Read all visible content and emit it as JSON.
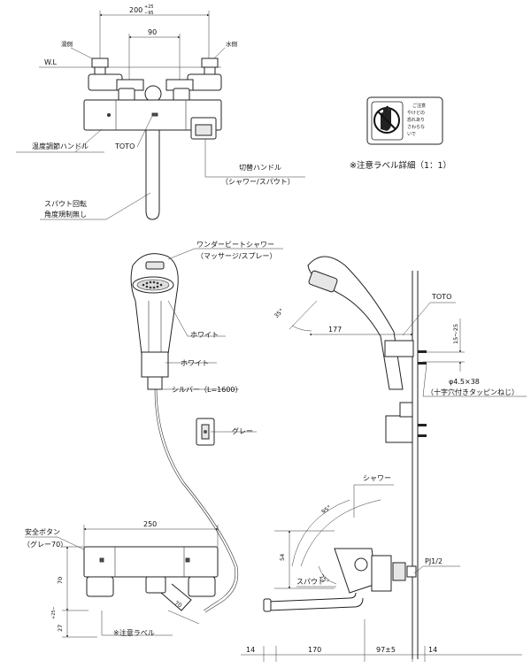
{
  "labels": {
    "hot_side": "湯側",
    "water_side": "水側",
    "wl": "W.L",
    "temp_handle": "温度調節ハンドル",
    "toto_mark": "TOTO",
    "switch_handle": "切替ハンドル",
    "switch_handle_sub": "（シャワー/スパウト）",
    "spout_rotation_1": "スパウト回転",
    "spout_rotation_2": "角度規制無し",
    "caution_label_detail": "※注意ラベル詳細（1：1）",
    "caution_label_text_1": "ご注意",
    "caution_label_text_2": "やけどの",
    "caution_label_text_3": "恐れあり",
    "caution_label_text_4": "さわらな",
    "caution_label_text_5": "いで",
    "shower_name": "ワンダービートシャワー",
    "shower_mode": "（マッサージ/スプレー）",
    "white_1": "ホワイト",
    "white_2": "ホワイト",
    "silver_hose": "シルバー（L=1600）",
    "gray": "グレー",
    "toto_side": "TOTO",
    "screw": "φ4.5×38",
    "screw_sub": "（十字穴付きタッピンねじ）",
    "safety_button": "安全ボタン",
    "safety_button_sub": "（グレー70）",
    "caution_label": "※注意ラベル",
    "shower": "シャワー",
    "spout": "スパウト",
    "pj": "PJ1/2"
  },
  "dimensions": {
    "top_width": "200",
    "top_tol_plus": "+25",
    "top_tol_minus": "−95",
    "top_center": "90",
    "angle_35": "35°",
    "len_177": "177",
    "range_15_25": "15～25",
    "front_width": "250",
    "front_70_h": "70",
    "front_70_angle": "70",
    "front_27": "27",
    "front_27_tol": "+25−",
    "side_54": "54",
    "angle_95": "95°",
    "angle_25": "25°",
    "bottom_14_l": "14",
    "bottom_170": "170",
    "bottom_97": "97±5",
    "bottom_14_r": "14"
  }
}
